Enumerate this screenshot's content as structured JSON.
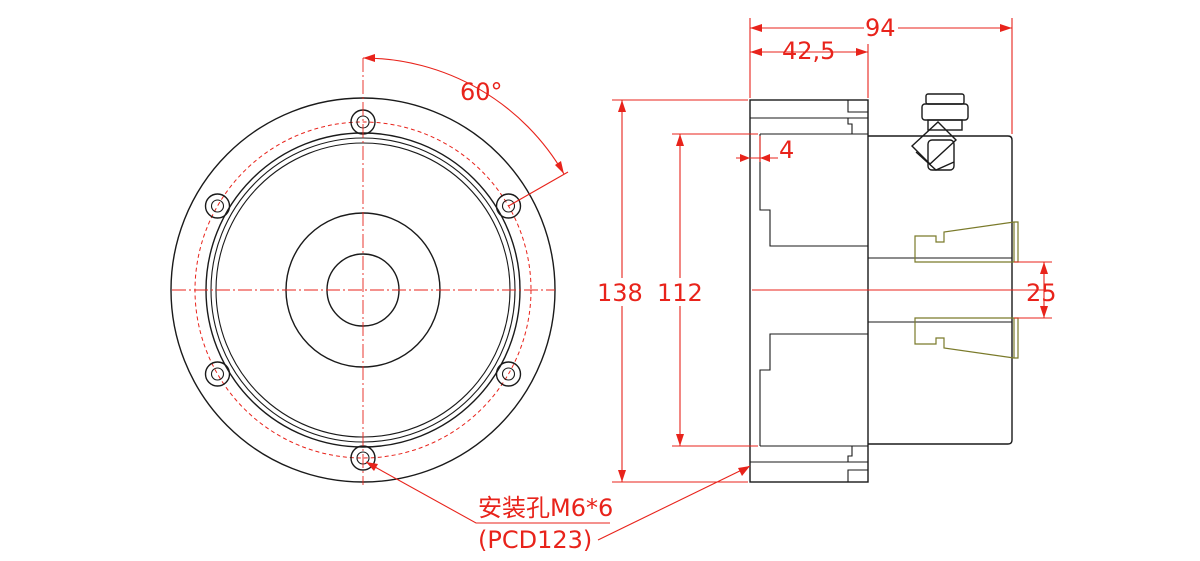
{
  "dimensions": {
    "angle": "60°",
    "overall_length": "94",
    "body_length": "42,5",
    "step_depth": "4",
    "outer_diameter": "138",
    "inner_diameter": "112",
    "shaft_diameter": "25"
  },
  "callout": {
    "line1": "安装孔M6*6",
    "line2": "(PCD123)"
  },
  "colors": {
    "dimension": "#e8231b",
    "outline": "#1a1a1a",
    "collet": "#7a7a2a"
  }
}
